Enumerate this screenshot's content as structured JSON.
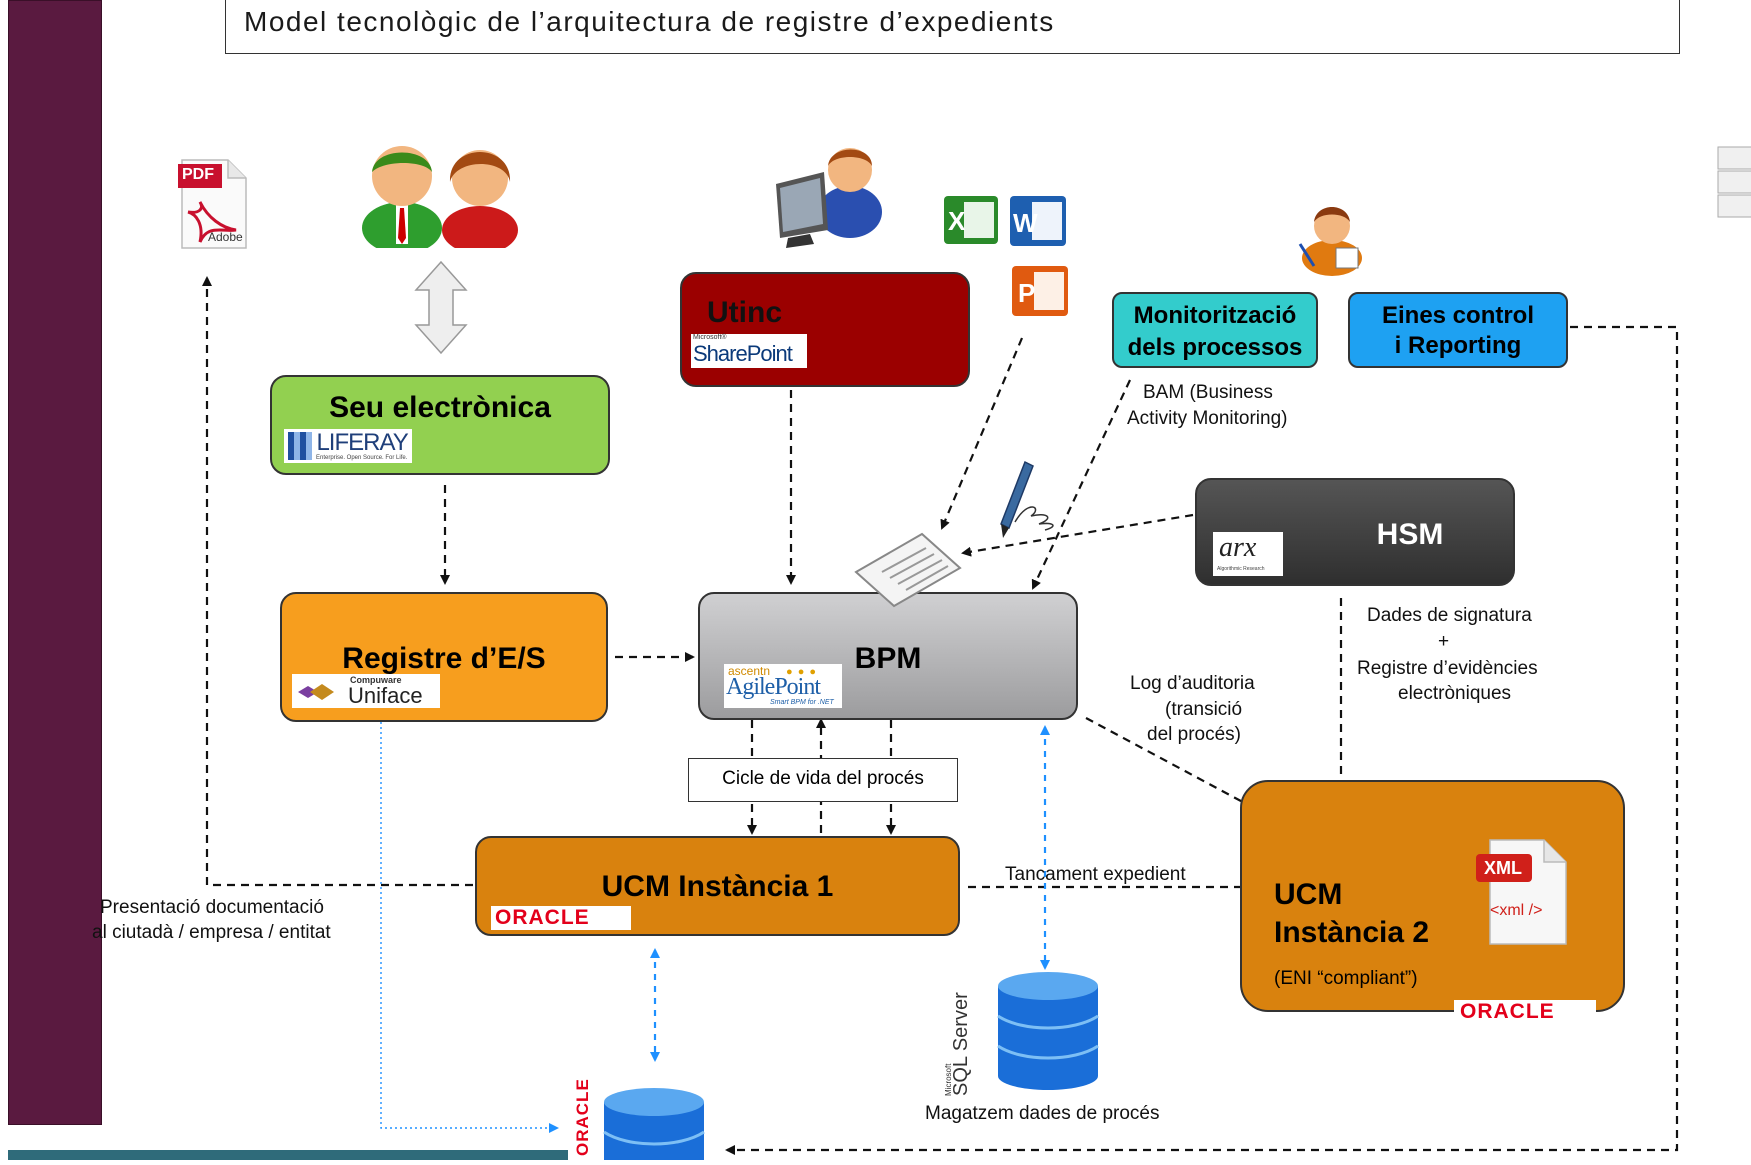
{
  "title": "Model tecnològic de l’arquitectura de registre d’expedients",
  "boxes": {
    "seu": {
      "label": "Seu electrònica",
      "logo": "LIFERAY",
      "logo_sub": "Enterprise. Open Source. For Life."
    },
    "registre": {
      "label": "Registre d’E/S",
      "logo_top": "Compuware",
      "logo": "Uniface"
    },
    "bpm": {
      "label": "BPM",
      "logo_top": "ascentn",
      "logo": "AgilePoint",
      "logo_sub": "Smart BPM for .NET"
    },
    "utinc": {
      "label": "Utinc",
      "logo_top": "Microsoft®",
      "logo": "SharePoint"
    },
    "monitor": {
      "line1": "Monitorització",
      "line2": "dels processos"
    },
    "eines": {
      "line1": "Eines control",
      "line2": "i Reporting"
    },
    "hsm": {
      "label": "HSM",
      "logo": "arx",
      "logo_sub": "Algorithmic Research"
    },
    "ucm1": {
      "label": "UCM Instància 1",
      "logo": "ORACLE"
    },
    "ucm2": {
      "line1": "UCM",
      "line2": "Instància 2",
      "note": "(ENI “compliant”)",
      "logo": "ORACLE"
    }
  },
  "labels": {
    "bam1": "BAM (Business",
    "bam2": "Activity Monitoring)",
    "dades1": "Dades de signatura",
    "dades2": "+",
    "dades3": "Registre d’evidències",
    "dades4": "electròniques",
    "log1": "Log d’auditoria",
    "log2": "(transició",
    "log3": "del procés)",
    "cicle": "Cicle de vida del procés",
    "tancament": "Tancament expedient",
    "present1": "Presentació documentació",
    "present2": "al ciutadà / empresa / entitat",
    "magatzem": "Magatzem dades de procés",
    "sqlserver": "SQL Server",
    "microsoft": "Microsoft",
    "oracle_db": "ORACLE",
    "pdf": "PDF",
    "adobe": "Adobe",
    "xml": "XML",
    "xml_tag": "<xml />"
  },
  "colors": {
    "left_bar": "#5a1a40",
    "seu": "#92d050",
    "registre": "#f79e1e",
    "bpm": "#a6a6a8",
    "utinc": "#9b0000",
    "monitor": "#33cccc",
    "eines": "#1ea1f2",
    "hsm": "#3f3f3f",
    "ucm": "#d9820e",
    "oracle_red": "#e3001b",
    "blue_arrow": "#1e90ff"
  }
}
